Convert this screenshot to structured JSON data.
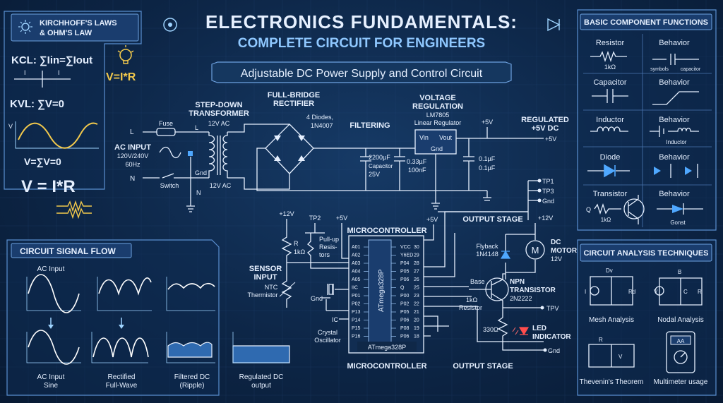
{
  "title": {
    "line1": "ELECTRONICS FUNDAMENTALS:",
    "line2": "COMPLETE CIRCUIT FOR ENGINEERS",
    "banner": "Adjustable DC Power Supply and Control Circuit"
  },
  "laws": {
    "header1": "KIRCHHOFF'S LAWS",
    "header2": "& OHM'S LAW",
    "kcl": "KCL: ∑Iin=∑Iout",
    "kvl": "KVL: ∑V=0",
    "ohm_small": "V=I*R",
    "sum": "V=∑V=0",
    "ohm_big": "V = I*R",
    "i1": "I",
    "i2": "I",
    "v": "V"
  },
  "flow": {
    "header": "CIRCUIT SIGNAL FLOW",
    "ac_input": "AC Input",
    "ac_input_sine1": "AC Input",
    "ac_input_sine2": "Sine",
    "rectified1": "Rectified",
    "rectified2": "Full-Wave",
    "filtered1": "Filtered DC",
    "filtered2": "(Ripple)",
    "regulated1": "Regulated DC",
    "regulated2": "output"
  },
  "components": {
    "header": "BASIC COMPONENT FUNCTIONS",
    "resistor": "Resistor",
    "resistor_val": "1kΩ",
    "capacitor": "Capacitor",
    "inductor": "Inductor",
    "diode": "Diode",
    "transistor": "Transistor",
    "transistor_q": "Q",
    "transistor_val": "1kΩ",
    "behavior": "Behavior",
    "symbols": "symbols",
    "capacitor_lbl": "capacitor",
    "inductor_lbl": "Inductor",
    "gonst": "Gonst"
  },
  "analysis": {
    "header": "CIRCUIT ANALYSIS TECHNIQUES",
    "mesh": "Mesh Analysis",
    "nodal": "Nodal Analysis",
    "thevenin": "Thevenin's Theorem",
    "multimeter": "Multimeter usage",
    "mesh_d": "Dv",
    "mesh_r": "Rd",
    "nodal_b": "B",
    "nodal_c": "C",
    "nodal_v": "V",
    "nodal_r": "R",
    "thev_r": "R",
    "thev_v": "V",
    "meter": "AA",
    "mesh_i": "I"
  },
  "circuit": {
    "ac_input": "AC INPUT",
    "ac_spec1": "120V/240V",
    "ac_spec2": "60Hz",
    "l": "L",
    "n": "N",
    "fuse": "Fuse",
    "switch": "Switch",
    "gnd": "Gnd",
    "transformer1": "STEP-DOWN",
    "transformer2": "TRANSFORMER",
    "v12ac_top": "12V AC",
    "v12ac_bot": "12V AC",
    "t_l": "L",
    "t_n": "N",
    "rectifier1": "FULL-BRIDGE",
    "rectifier2": "RECTIFIER",
    "diodes1": "4 Diodes,",
    "diodes2": "1N4007",
    "filtering": "FILTERING",
    "cap1": "2200µF",
    "cap1b": "Capacitor",
    "cap1c": "25V",
    "cap2": "0.33µF",
    "cap2b": "100nF",
    "reg1": "VOLTAGE",
    "reg2": "REGULATION",
    "reg3": "LM7805",
    "reg4": "Linear Regulator",
    "vin": "Vin",
    "vout": "Vout",
    "reg_gnd": "Gnd",
    "p5v": "+5V",
    "cap3": "0.1µF",
    "cap4": "0.1µF",
    "regout1": "REGULATED",
    "regout2": "+5V DC",
    "regout3": "+5V",
    "tp1": "TP1",
    "tp3": "TP3",
    "tp_gnd": "Gnd",
    "p12v": "+12V",
    "tp2": "TP2",
    "p5v_b": "+5V",
    "pullup1": "Pull-up",
    "pullup2": "Resis-",
    "pullup3": "tors",
    "r1": "R",
    "r1v": "1kΩ",
    "sensor1": "SENSOR",
    "sensor2": "INPUT",
    "ntc1": "NTC",
    "ntc2": "Thermistor",
    "gnd2": "Gnd",
    "mcu_title": "MICROCONTROLLER",
    "mcu_bottom": "MICROCONTROLLER",
    "chip": "ATmega328P",
    "chip_label": "ATmega328P",
    "p5v_c": "+5V",
    "crystal1": "Crystal",
    "crystal2": "Oscillator",
    "ic": "IC",
    "pins_left": [
      "A01",
      "A02",
      "A03",
      "A04",
      "A05",
      "IIC",
      "P01",
      "P02",
      "P13",
      "P14",
      "P15",
      "P16"
    ],
    "pins_right": [
      "VCC",
      "Y6ED",
      "P04",
      "P05",
      "P06",
      "Q",
      "P00",
      "P02",
      "P05",
      "P06",
      "P08",
      "P06"
    ],
    "pin_nums": [
      "30",
      "29",
      "28",
      "27",
      "26",
      "25",
      "23",
      "22",
      "21",
      "20",
      "19",
      "18"
    ],
    "output_stage_top": "OUTPUT STAGE",
    "output_stage_bot": "OUTPUT STAGE",
    "p12v_b": "+12V",
    "flyback1": "Flyback",
    "flyback2": "1N4148",
    "motor1": "DC",
    "motor2": "MOTOR",
    "motor3": "12V",
    "motor_m": "M",
    "base1": "Base",
    "base2": "1kΩ",
    "base3": "Resistor",
    "npn1": "NPN",
    "npn2": "TRANSISTOR",
    "npn3": "2N2222",
    "tpv": "TPV",
    "r330": "330Ω",
    "led1": "LED",
    "led2": "INDICATOR",
    "out_gnd": "Gnd"
  }
}
